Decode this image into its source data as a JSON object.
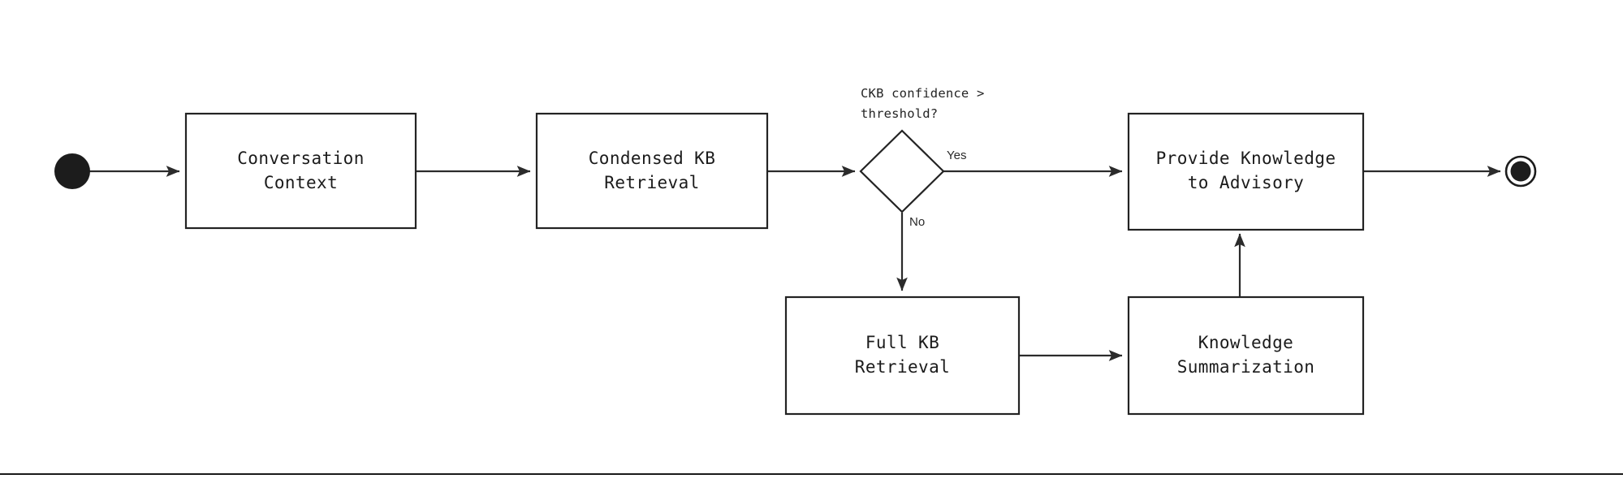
{
  "diagram": {
    "type": "uml-activity-flowchart",
    "orientation": "left-to-right",
    "background_color": "#ffffff",
    "stroke_color": "#232323",
    "text_color": "#1b1b1b",
    "nodes": {
      "start": {
        "kind": "initial-node",
        "label": ""
      },
      "conversation_context": {
        "kind": "activity",
        "line1": "Conversation",
        "line2": "Context"
      },
      "condensed_kb_retrieval": {
        "kind": "activity",
        "line1": "Condensed KB",
        "line2": "Retrieval"
      },
      "decision": {
        "kind": "decision",
        "caption_line1": "CKB confidence >",
        "caption_line2": "threshold?"
      },
      "provide_knowledge": {
        "kind": "activity",
        "line1": "Provide Knowledge",
        "line2": "to Advisory"
      },
      "full_kb_retrieval": {
        "kind": "activity",
        "line1": "Full KB",
        "line2": "Retrieval"
      },
      "knowledge_summarization": {
        "kind": "activity",
        "line1": "Knowledge",
        "line2": "Summarization"
      },
      "end": {
        "kind": "final-node",
        "label": ""
      }
    },
    "edges": [
      {
        "from": "start",
        "to": "conversation_context",
        "label": ""
      },
      {
        "from": "conversation_context",
        "to": "condensed_kb_retrieval",
        "label": ""
      },
      {
        "from": "condensed_kb_retrieval",
        "to": "decision",
        "label": ""
      },
      {
        "from": "decision",
        "to": "provide_knowledge",
        "label": "Yes"
      },
      {
        "from": "decision",
        "to": "full_kb_retrieval",
        "label": "No"
      },
      {
        "from": "full_kb_retrieval",
        "to": "knowledge_summarization",
        "label": ""
      },
      {
        "from": "knowledge_summarization",
        "to": "provide_knowledge",
        "label": ""
      },
      {
        "from": "provide_knowledge",
        "to": "end",
        "label": ""
      }
    ],
    "branch_labels": {
      "yes": "Yes",
      "no": "No"
    }
  }
}
